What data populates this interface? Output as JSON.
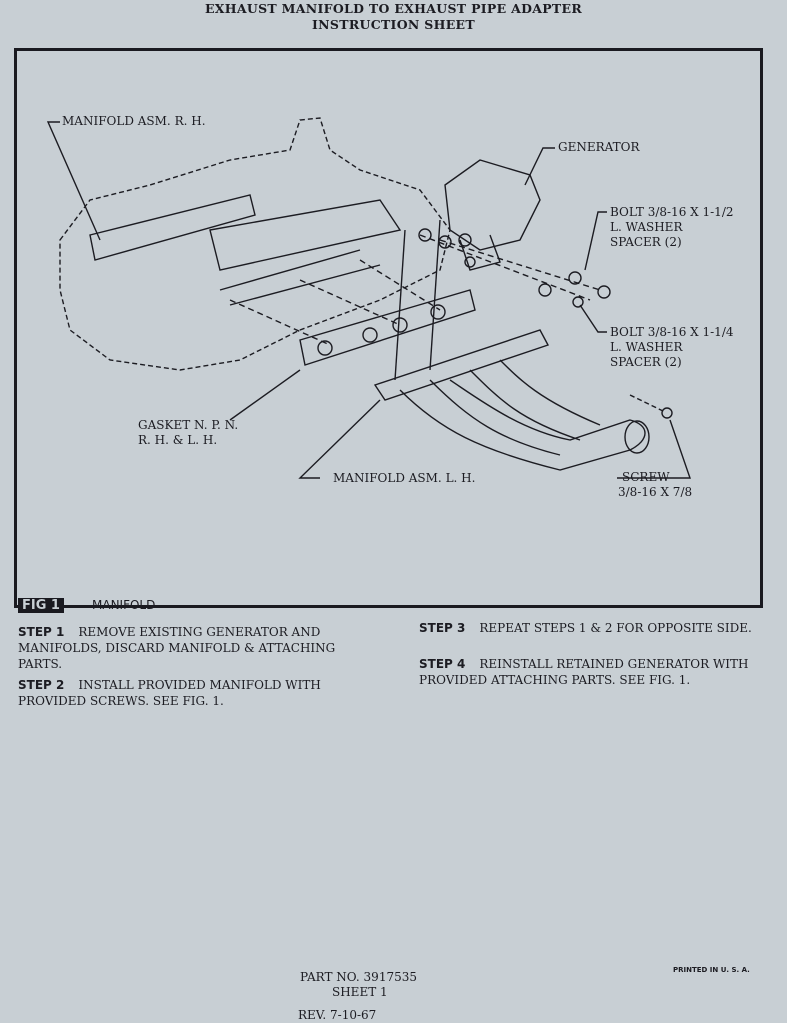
{
  "header": {
    "title_line1": "EXHAUST MANIFOLD TO EXHAUST PIPE ADAPTER",
    "title_line2": "INSTRUCTION SHEET"
  },
  "figure": {
    "labels": {
      "manifold_rh": "MANIFOLD ASM. R. H.",
      "generator": "GENERATOR",
      "bolt1_line1": "BOLT 3/8-16 X 1-1/2",
      "bolt1_line2": "L. WASHER",
      "bolt1_line3": "SPACER (2)",
      "bolt2_line1": "BOLT 3/8-16 X 1-1/4",
      "bolt2_line2": "L. WASHER",
      "bolt2_line3": "SPACER (2)",
      "gasket_line1": "GASKET N. P. N.",
      "gasket_line2": "R. H. & L. H.",
      "manifold_lh": "MANIFOLD ASM. L. H.",
      "screw_line1": "SCREW",
      "screw_line2": "3/8-16 X 7/8"
    },
    "tag": "FIG 1",
    "caption": "MANIFOLD"
  },
  "steps": [
    {
      "label": "STEP 1",
      "text": "REMOVE EXISTING GENERATOR AND MANIFOLDS, DISCARD MANIFOLD & ATTACHING PARTS."
    },
    {
      "label": "STEP 2",
      "text": "INSTALL PROVIDED MANIFOLD WITH PROVIDED SCREWS.  SEE FIG. 1."
    },
    {
      "label": "STEP 3",
      "text": "REPEAT STEPS 1 & 2 FOR OPPOSITE SIDE."
    },
    {
      "label": "STEP 4",
      "text": "REINSTALL RETAINED GENERATOR WITH PROVIDED ATTACHING PARTS.  SEE FIG. 1."
    }
  ],
  "footer": {
    "part_no": "PART NO. 3917535",
    "sheet": "SHEET 1",
    "rev_label": "REV.",
    "rev_date": "7-10-67",
    "printed": "PRINTED IN U. S. A."
  }
}
